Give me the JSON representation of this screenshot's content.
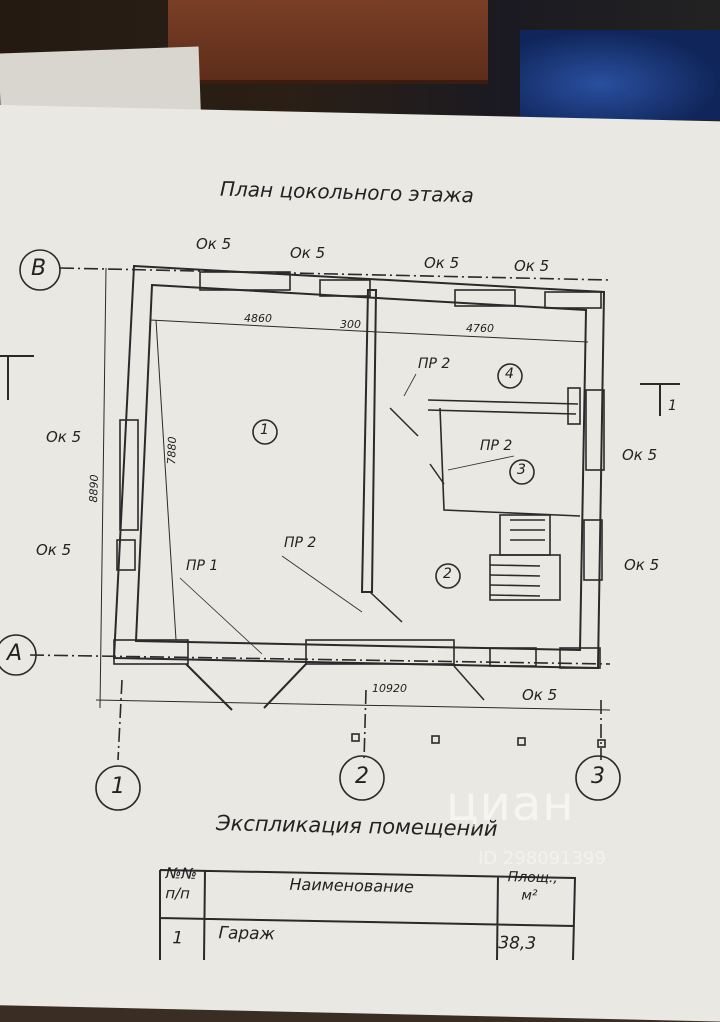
{
  "plan_title": "План цокольного этажа",
  "axes": {
    "rows": [
      "В",
      "А"
    ],
    "cols": [
      "1",
      "2",
      "3"
    ]
  },
  "window_labels": {
    "top_1": "Ок 5",
    "top_2": "Ок 5",
    "top_3": "Ок 5",
    "top_4": "Ок 5",
    "left_1": "Ок 5",
    "left_2": "Ок 5",
    "right_1": "Ок 5",
    "right_2": "Ок 5",
    "bottom_1": "Ок 5"
  },
  "door_labels": {
    "pr1": "ПР 1",
    "pr2_a": "ПР 2",
    "pr2_b": "ПР 2",
    "pr2_c": "ПР 2"
  },
  "dimensions": {
    "d4860": "4860",
    "d300": "300",
    "d4760": "4760",
    "d7880": "7880",
    "d8890": "8890",
    "d10920": "10920"
  },
  "rooms": [
    "1",
    "2",
    "3",
    "4"
  ],
  "section_mark": "1",
  "explication": {
    "title": "Экспликация помещений",
    "headers": {
      "num_line1": "№№",
      "num_line2": "п/п",
      "name": "Наименование",
      "area_line1": "Площ.,",
      "area_line2": "м²"
    },
    "rows": [
      {
        "num": "1",
        "name": "Гараж",
        "area": "38,3"
      }
    ]
  },
  "watermark": {
    "brand": "циан",
    "id": "ID 298091399"
  }
}
